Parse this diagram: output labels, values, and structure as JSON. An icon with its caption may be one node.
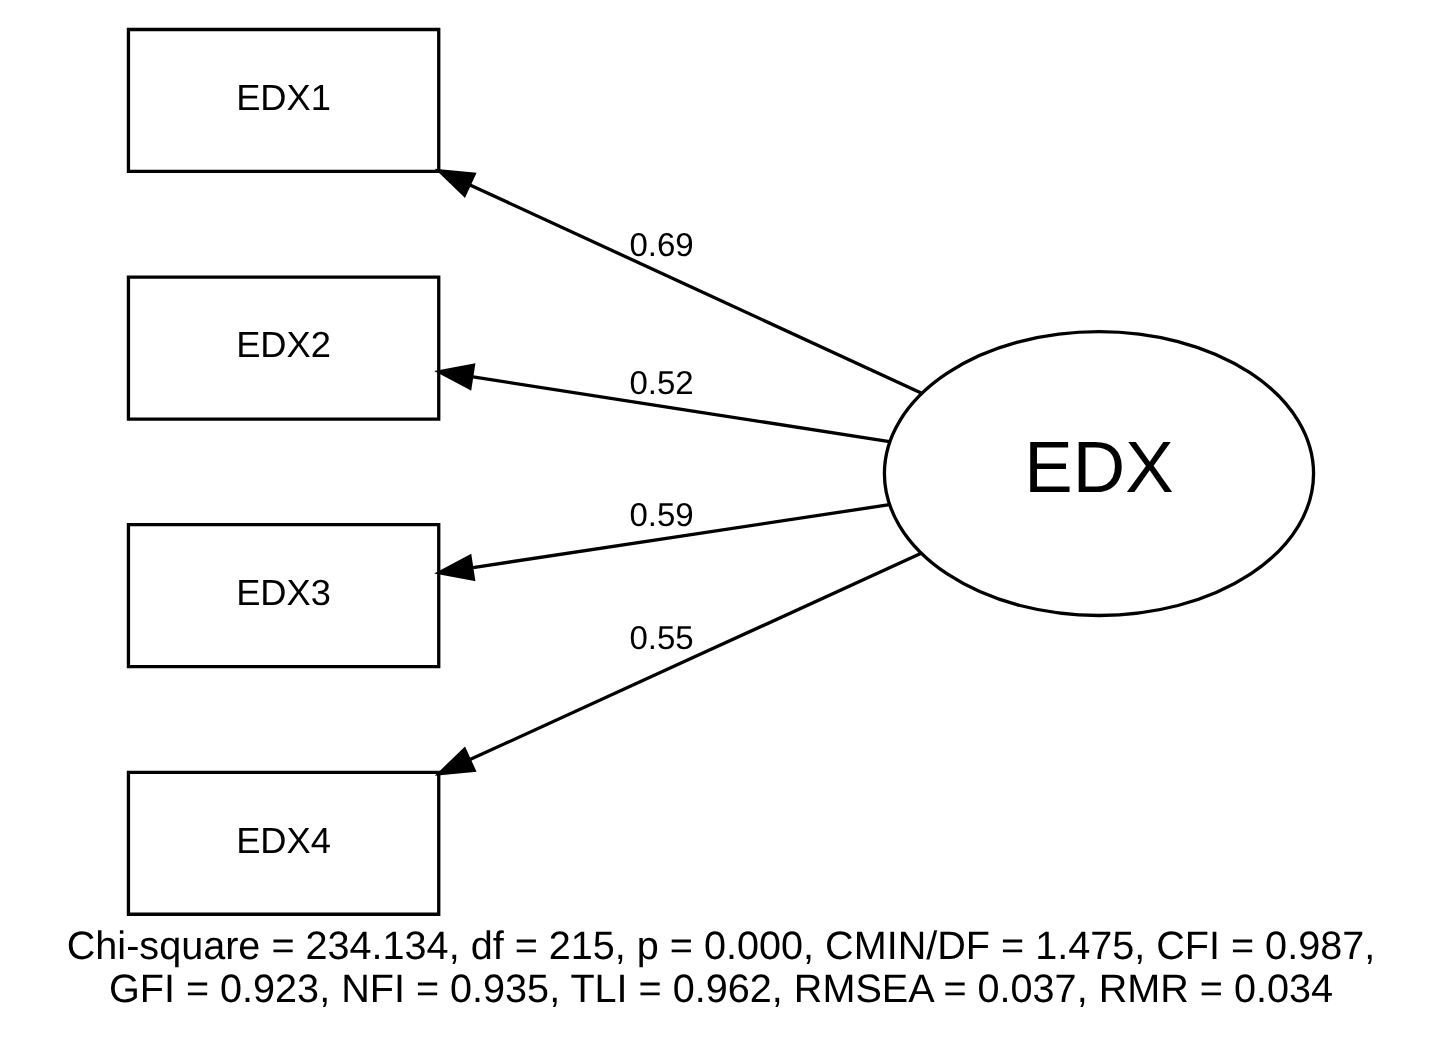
{
  "diagram": {
    "caption": "Chi-square = 234.134, df = 215, p = 0.000, CMIN/DF = 1.475, CFI = 0.987, GFI = 0.923, NFI = 0.935, TLI = 0.962, RMSEA = 0.037, RMR = 0.034",
    "nodes": [
      {
        "text": [
          "EDX1"
        ]
      },
      {
        "text": [
          "EDX2"
        ]
      },
      {
        "text": [
          "EDX3"
        ]
      },
      {
        "text": [
          "EDX4"
        ]
      },
      {
        "text": [
          "EDX"
        ]
      }
    ],
    "edges": [
      {
        "from": 4,
        "to": 0,
        "arrow": "to",
        "label": "0.69"
      },
      {
        "from": 4,
        "to": 1,
        "arrow": "to",
        "label": "0.52"
      },
      {
        "from": 4,
        "to": 2,
        "arrow": "to",
        "label": "0.59"
      },
      {
        "from": 4,
        "to": 3,
        "arrow": "to",
        "label": "0.55"
      }
    ]
  }
}
